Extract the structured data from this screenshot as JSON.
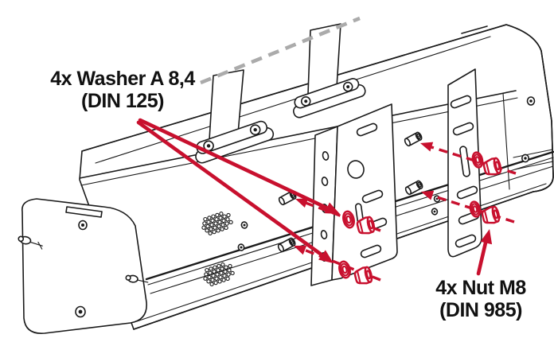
{
  "diagram": {
    "type": "assembly-instruction",
    "background": "#ffffff",
    "colors": {
      "line_art": "#1a1a1a",
      "annotation_red": "#c8102e",
      "cutoff_gray": "#ababab",
      "label_text": "#111111"
    },
    "callouts": {
      "washer": {
        "line1": "4x Washer A 8,4",
        "line2": "(DIN 125)"
      },
      "nut": {
        "line1": "4x Nut M8",
        "line2": "(DIN 985)"
      }
    },
    "parts": {
      "enclosure": "equipment enclosure",
      "mounting_brackets": 2,
      "straps": 2,
      "bolts": 4,
      "washers": 4,
      "lock_nuts": 4
    }
  }
}
